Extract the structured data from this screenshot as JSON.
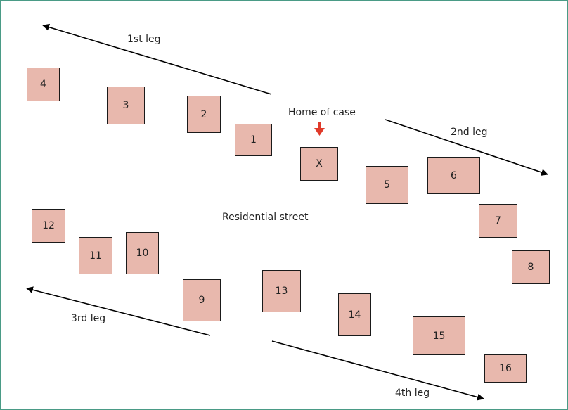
{
  "legs": {
    "first": "1st leg",
    "second": "2nd leg",
    "third": "3rd leg",
    "fourth": "4th leg"
  },
  "home_label": "Home of case",
  "street_label": "Residential street",
  "houses": {
    "h1": "1",
    "h2": "2",
    "h3": "3",
    "h4": "4",
    "h5": "5",
    "h6": "6",
    "h7": "7",
    "h8": "8",
    "h9": "9",
    "h10": "10",
    "h11": "11",
    "h12": "12",
    "h13": "13",
    "h14": "14",
    "h15": "15",
    "h16": "16",
    "hx": "X"
  },
  "colors": {
    "border": "#4a9b86",
    "house_fill": "#e8b8ad",
    "marker": "#e03a2a",
    "arrow": "#000000"
  }
}
